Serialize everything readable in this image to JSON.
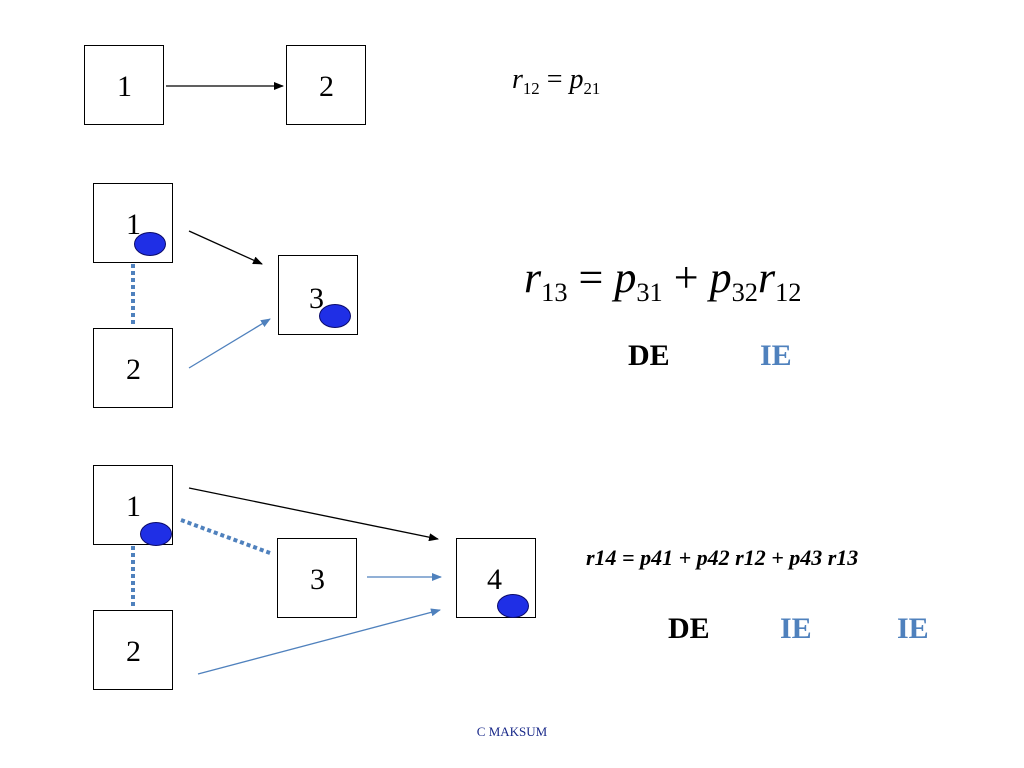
{
  "colors": {
    "direct": "#000000",
    "indirect": "#4f81bd",
    "dot": "#1f2fe6"
  },
  "row1": {
    "box_a": "1",
    "box_b": "2",
    "equation": {
      "lhs": "r",
      "lhs_sub": "12",
      "eq": "=",
      "rhs": "p",
      "rhs_sub": "21"
    }
  },
  "row2": {
    "box_a": "1",
    "box_b": "2",
    "box_c": "3",
    "equation": {
      "lhs": "r",
      "lhs_sub": "13",
      "eq": "=",
      "t1": "p",
      "t1_sub": "31",
      "plus": "+",
      "t2": "p",
      "t2_sub": "32",
      "t3": "r",
      "t3_sub": "12"
    },
    "labels": [
      "DE",
      "IE"
    ]
  },
  "row3": {
    "box_a": "1",
    "box_b": "2",
    "box_c": "3",
    "box_d": "4",
    "equation": "r14 = p41 + p42 r12 + p43 r13",
    "labels": [
      "DE",
      "IE",
      "IE"
    ]
  },
  "footer": "C MAKSUM"
}
